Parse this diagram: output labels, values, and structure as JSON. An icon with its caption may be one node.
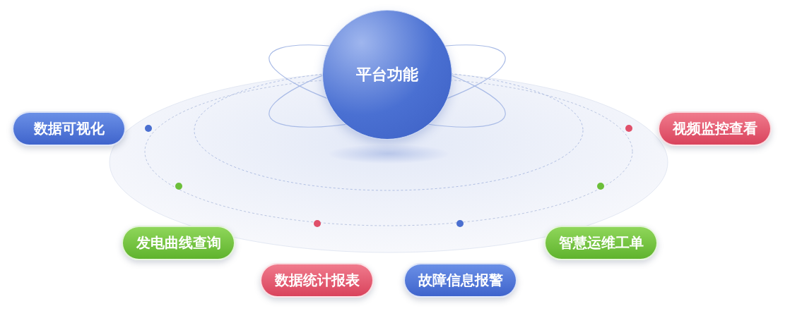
{
  "diagram": {
    "nodes": [
      {
        "text": [
          "平台功能"
        ]
      },
      {
        "text": [
          "数据可视化"
        ]
      },
      {
        "text": [
          "视频监控查看"
        ]
      },
      {
        "text": [
          "发电曲线查询"
        ]
      },
      {
        "text": [
          "智慧运维工单"
        ]
      },
      {
        "text": [
          "数据统计报表"
        ]
      },
      {
        "text": [
          "故障信息报警"
        ]
      }
    ]
  }
}
